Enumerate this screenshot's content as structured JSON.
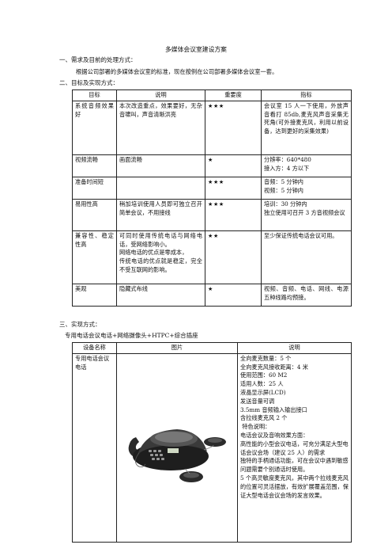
{
  "doc": {
    "title": "多媒体会议室建设方案",
    "section1": "一、需求及目前的处理方式：",
    "para1": "根据公司部署的多媒体会议室的标准，现在按例在公司部署多媒体会议室一套。",
    "section2": "二、目标及实现方式：",
    "section3": "三、实现方式：",
    "para3": "专用电话会议电话+网络摄像头+HTPC+综合插座"
  },
  "table1": {
    "headers": [
      "目标",
      "说明",
      "重要度",
      "指标"
    ],
    "rows": [
      {
        "goal": "系统音频效果好",
        "desc": [
          "本次改造重点，效果要好，无杂音啸叫，声音清晰洪亮"
        ],
        "stars": "★★★",
        "metric": [
          "会议室 15 人一下使用，外放声音看打 85db,麦克风声音采集无死角(可外接麦克风，利用以前设备，达到更好的采集效果)"
        ]
      },
      {
        "goal": "视频流畅",
        "desc": [
          "画面流畅"
        ],
        "stars": "★",
        "metric": [
          "分辨率：640*480",
          "接入方：4 方以下"
        ]
      },
      {
        "goal": "准备时间短",
        "desc": [
          ""
        ],
        "stars": "★★★",
        "metric": [
          "音频：5 分钟内",
          "视频：5 分钟内"
        ]
      },
      {
        "goal": "易用性高",
        "desc": [
          "稍加培训使用人员即可独立召开简单会议，不用接线"
        ],
        "stars": "★★★",
        "metric": [
          "培训：30 分钟内",
          "独立使用可召开 3 方音视频会议"
        ]
      },
      {
        "goal": "兼容性、稳定性高",
        "desc": [
          "可同时使用传统电话与网络电话，受网络影响小。",
          "网络电话的优点是零成本，",
          "传统电话的优点就是稳定，完全不受互联网的影响。"
        ],
        "stars": "★★",
        "metric": [
          "至少保证传统电话会议可用。"
        ]
      },
      {
        "goal": "美观",
        "desc": [
          "隐藏式布线"
        ],
        "stars": "★",
        "metric": [
          "视频、音频、电话、网线、电源五种线路均预接。"
        ]
      }
    ]
  },
  "table2": {
    "headers": [
      "设备名称",
      "图片",
      "说明"
    ],
    "device": "专用电话会议电话",
    "image_icon": "conference-phone-image",
    "spec": [
      "全向麦克数量：5 个",
      "全向麦克风接收距离：4 米",
      "使用范围：60 M2",
      "适用人数：25 人",
      "液晶显示屏(LCD)",
      "发送音量可调",
      "3.5mm 音频输入输出接口",
      "含拉线麦克风 2 个",
      " 特色说明：",
      "电话会议及音响效果方面：",
      "高性能的小型会议电话，可充分满足大型电话会议会场（建议 25 人）的需求",
      "独特的手柄通话功能，可在会议中遇到敏感问题需要个别通话时使用。",
      "5 个高灵敏度麦克风，其中两个拉线麦克风的位置可灵活摆放，有效扩展覆盖范围，保证大型电话会议会场的发言效果。"
    ]
  }
}
